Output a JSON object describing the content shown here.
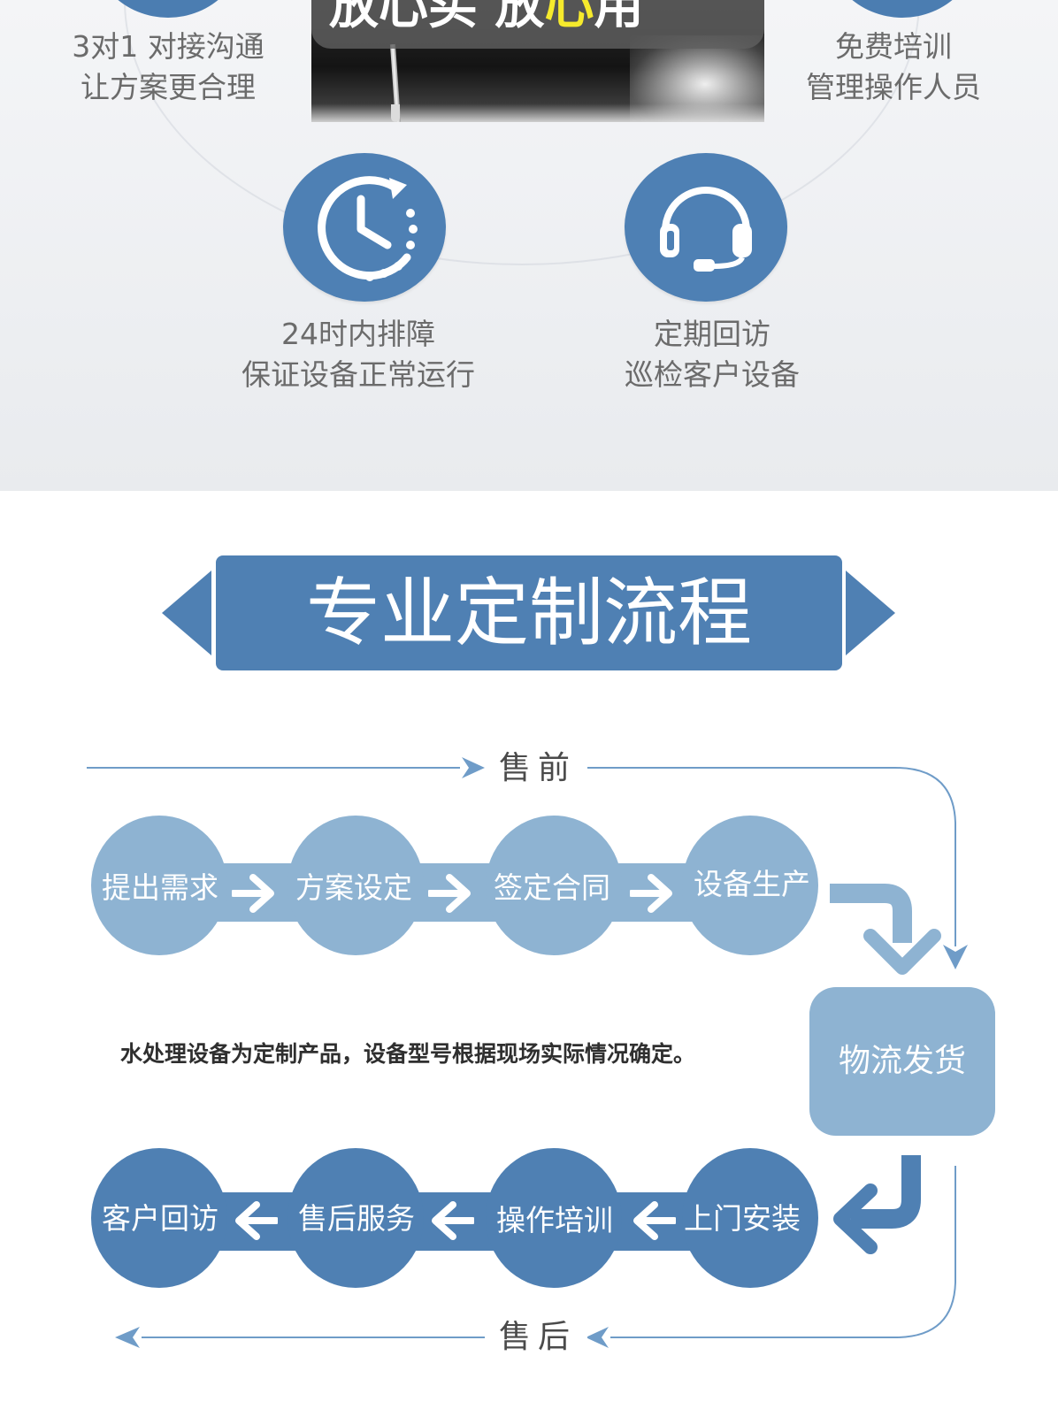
{
  "services": {
    "top_left": {
      "line1": "3对1 对接沟通",
      "line2": "让方案更合理"
    },
    "top_right": {
      "line1": "免费培训",
      "line2": "管理操作人员"
    },
    "mid_left": {
      "line1": "24时内排障",
      "line2": "保证设备正常运行",
      "icon": "clock-icon"
    },
    "mid_right": {
      "line1": "定期回访",
      "line2": "巡检客户设备",
      "icon": "headset-icon"
    }
  },
  "promo": {
    "part1": "放心买 放",
    "highlight": "心",
    "part2": "用"
  },
  "process": {
    "title": "专业定制流程",
    "pre_sale_label": "售前",
    "after_sale_label": "售后",
    "pre_steps": [
      "提出需求",
      "方案设定",
      "签定合同",
      "设备生产"
    ],
    "logistics": "物流发货",
    "post_steps": [
      "客户回访",
      "售后服务",
      "操作培训",
      "上门安装"
    ],
    "note": "水处理设备为定制产品，设备型号根据现场实际情况确定。"
  },
  "colors": {
    "dark_blue": "#4f80b3",
    "light_blue": "#8eb3d2",
    "highlight_yellow": "#f6ea2c"
  }
}
